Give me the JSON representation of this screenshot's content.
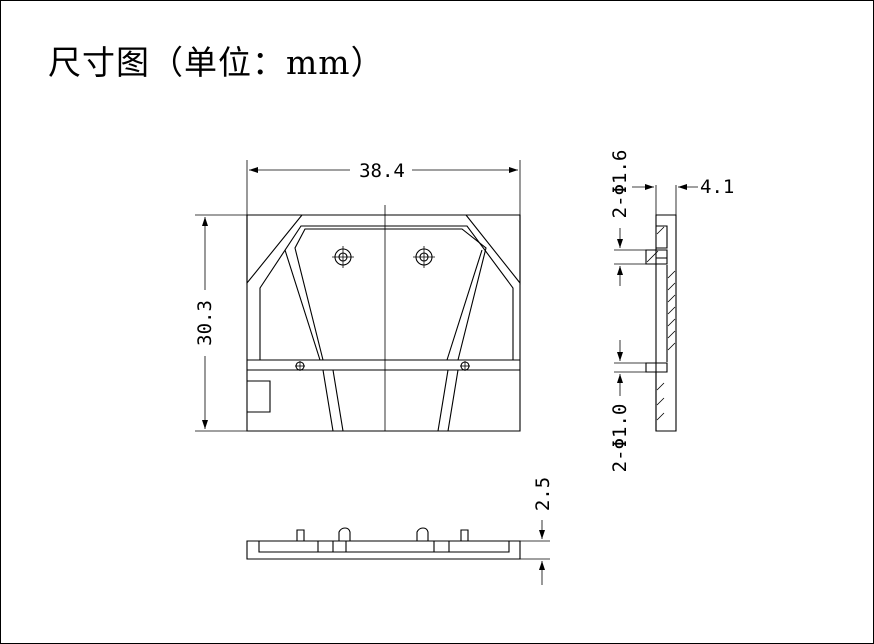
{
  "title": "尺寸图（单位：mm）",
  "dimensions": {
    "width": "38.4",
    "height": "30.3",
    "thickness": "4.1",
    "pin_height": "2.5",
    "hole_large": "2-Φ1.6",
    "hole_small": "2-Φ1.0"
  }
}
